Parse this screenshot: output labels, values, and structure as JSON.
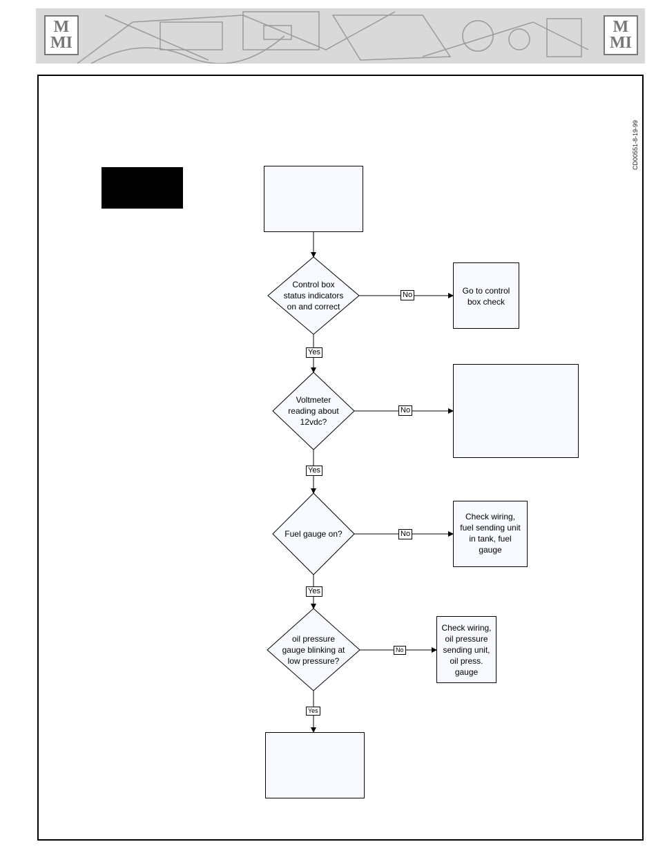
{
  "header": {
    "logo_left": [
      "M",
      "MI"
    ],
    "logo_right": [
      "M",
      "MI"
    ]
  },
  "doc_code": "CD00551-8-19-99",
  "flowchart": {
    "start_box": "",
    "decisions": [
      {
        "text": "Control box\nstatus indicators\non and correct",
        "no_label": "No",
        "yes_label": "Yes",
        "no_action": "Go to control\nbox check"
      },
      {
        "text": "Voltmeter\nreading about\n12vdc?",
        "no_label": "No",
        "yes_label": "Yes",
        "no_action": ""
      },
      {
        "text": "Fuel gauge on?",
        "no_label": "No",
        "yes_label": "Yes",
        "no_action": "Check wiring,\nfuel sending unit\nin tank, fuel\ngauge"
      },
      {
        "text": "oil pressure\ngauge blinking at\nlow pressure?",
        "no_label": "No",
        "yes_label": "Yes",
        "no_action": "Check wiring,\noil pressure\nsending unit,\noil press.\ngauge"
      }
    ],
    "end_box": ""
  },
  "colors": {
    "box_fill": "#f7f9fe",
    "line": "#000000",
    "banner": "#d9d9d9",
    "black_label": "#000000"
  }
}
